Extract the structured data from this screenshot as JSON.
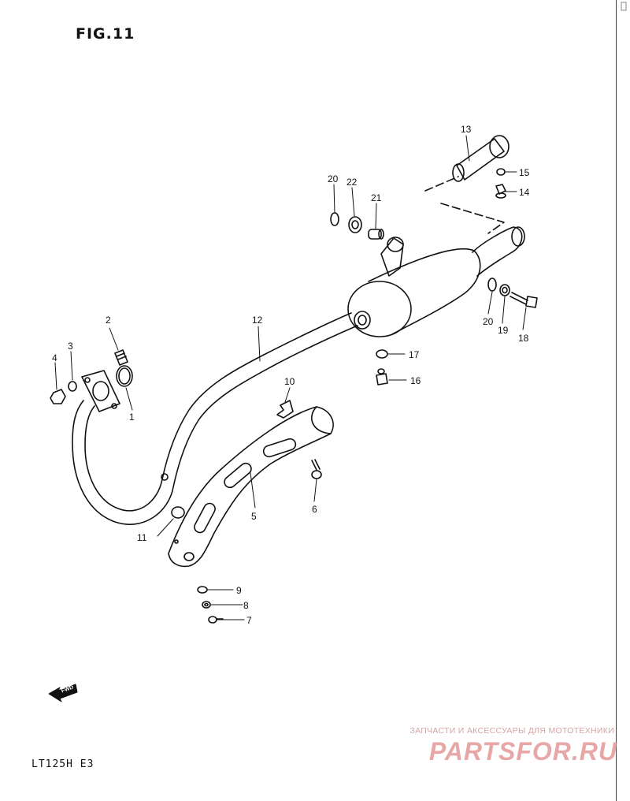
{
  "figure": {
    "title": "FIG.11",
    "model_code": "LT125H E3"
  },
  "callouts": {
    "p1": "1",
    "p2": "2",
    "p3": "3",
    "p4": "4",
    "p5": "5",
    "p6": "6",
    "p7": "7",
    "p8": "8",
    "p9": "9",
    "p10": "10",
    "p11": "11",
    "p12": "12",
    "p13": "13",
    "p14": "14",
    "p15": "15",
    "p16": "16",
    "p17": "17",
    "p18": "18",
    "p19": "19",
    "p20a": "20",
    "p20b": "20",
    "p21": "21",
    "p22": "22"
  },
  "fwd_arrow": {
    "label": "FWD",
    "icon": "forward-direction-arrow-icon"
  },
  "watermark": {
    "tagline": "ЗАПЧАСТИ И АКСЕССУАРЫ ДЛЯ МОТОТЕХНИКИ",
    "logo": "PARTSFOR.RU",
    "color": "#e08a8a"
  }
}
